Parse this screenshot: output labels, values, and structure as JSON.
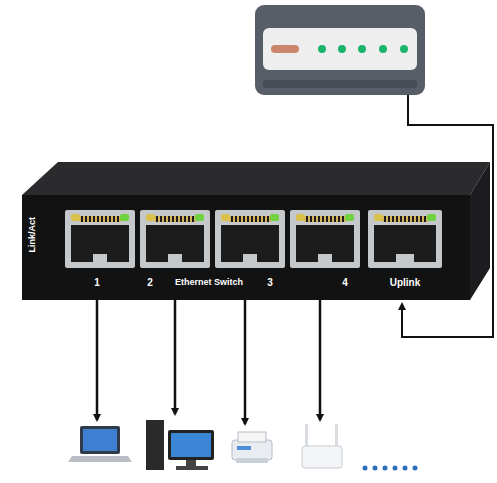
{
  "diagram": {
    "nodes": [
      {
        "text": [
          "Link/Act",
          "Ethernet Switch"
        ]
      },
      {
        "text": [
          "1"
        ],
        "in": 0
      },
      {
        "text": [
          "2"
        ],
        "in": 0
      },
      {
        "text": [
          "3"
        ],
        "in": 0
      },
      {
        "text": [
          "4"
        ],
        "in": 0
      },
      {
        "text": [
          "Uplink"
        ],
        "in": 0
      }
    ]
  }
}
